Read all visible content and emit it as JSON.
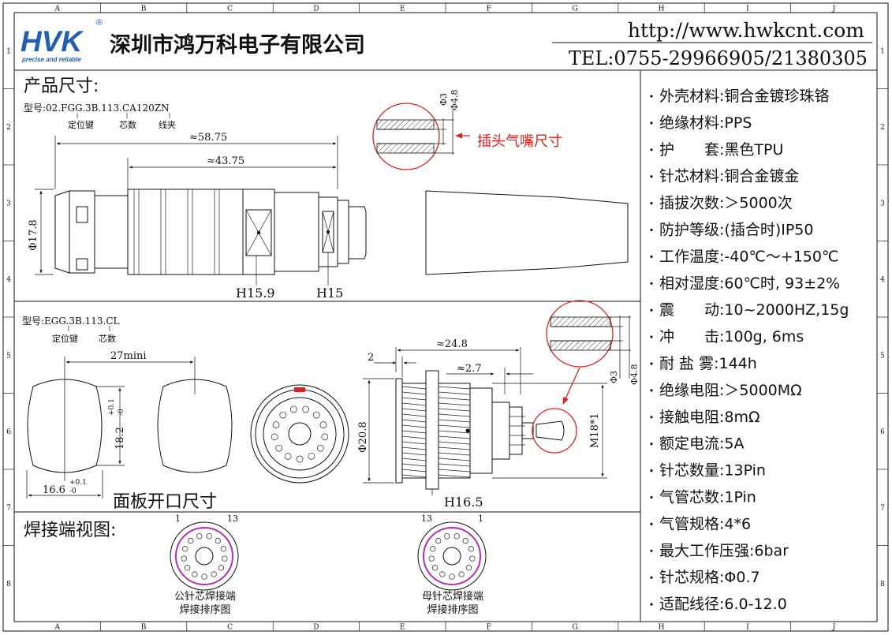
{
  "grid": {
    "cols": [
      "A",
      "B",
      "C",
      "D",
      "E",
      "F",
      "G",
      "H",
      "I",
      "J"
    ],
    "rows": [
      "1",
      "2",
      "3",
      "4",
      "5",
      "6",
      "7",
      "8"
    ]
  },
  "header": {
    "logo_text": "HVK",
    "logo_mark": "®",
    "logo_tagline": "precise and reliable",
    "company": "深圳市鸿万科电子有限公司",
    "url": "http://www.hwkcnt.com",
    "tel": "TEL:0755-29966905/21380305"
  },
  "plug": {
    "section_title": "产品尺寸:",
    "model": "型号:02.FGG.3B.113.CA120ZN",
    "callouts": [
      "定位键",
      "芯数",
      "线夹"
    ],
    "dim_total": "≈58.75",
    "dim_body": "≈43.75",
    "dim_dia": "Φ17.8",
    "hex1": "H15.9",
    "hex2": "H15",
    "nozzle_label": "插头气嘴尺寸",
    "nozzle_d1": "Φ3",
    "nozzle_d2": "Φ4.8"
  },
  "socket": {
    "model": "型号:EGG.3B.113.CL",
    "callouts": [
      "定位键",
      "芯数"
    ],
    "dim_width": "27mini",
    "dim_h": "18.2",
    "dim_h_tol_up": "+0.1",
    "dim_h_tol_dn": "-0",
    "dim_w": "16.6",
    "dim_w_tol_up": "+0.1",
    "dim_w_tol_dn": "-0",
    "panel_label": "面板开口尺寸",
    "dim_len": "≈24.8",
    "dim_2": "2",
    "dim_27": "≈2.7",
    "dim_dia": "Φ20.8",
    "dim_m18": "M18*1",
    "hex": "H16.5",
    "nozzle_d1": "Φ3",
    "nozzle_d2": "Φ4.8"
  },
  "solder": {
    "title": "焊接端视图:",
    "male_label1": "公针芯焊接端",
    "male_label2": "焊接排序图",
    "male_n1": "1",
    "male_n13": "13",
    "female_label1": "母针芯焊接端",
    "female_label2": "焊接排序图",
    "female_n13": "13",
    "female_n1": "1"
  },
  "specs": [
    "外壳材料:铜合金镀珍珠铬",
    "绝缘材料:PPS",
    "护　　套:黑色TPU",
    "针芯材料:铜合金镀金",
    "插拔次数:＞5000次",
    "防护等级:(插合时)IP50",
    "工作温度:-40℃～+150℃",
    "相对湿度:60℃时, 93±2%",
    "震　　动:10~2000HZ,15g",
    "冲　　击:100g, 6ms",
    "耐 盐 雾:144h",
    "绝缘电阻:＞5000MΩ",
    "接触电阻:8mΩ",
    "额定电流:5A",
    "针芯数量:13Pin",
    "气管芯数:1Pin",
    "气管规格:4*6",
    "最大工作压强:6bar",
    "针芯规格:Φ0.7",
    "适配线径:6.0-12.0"
  ],
  "colors": {
    "line": "#111111",
    "accent_red": "#e02020",
    "insulator": "#b030b0",
    "logo_blue": "#1f5fb8"
  }
}
